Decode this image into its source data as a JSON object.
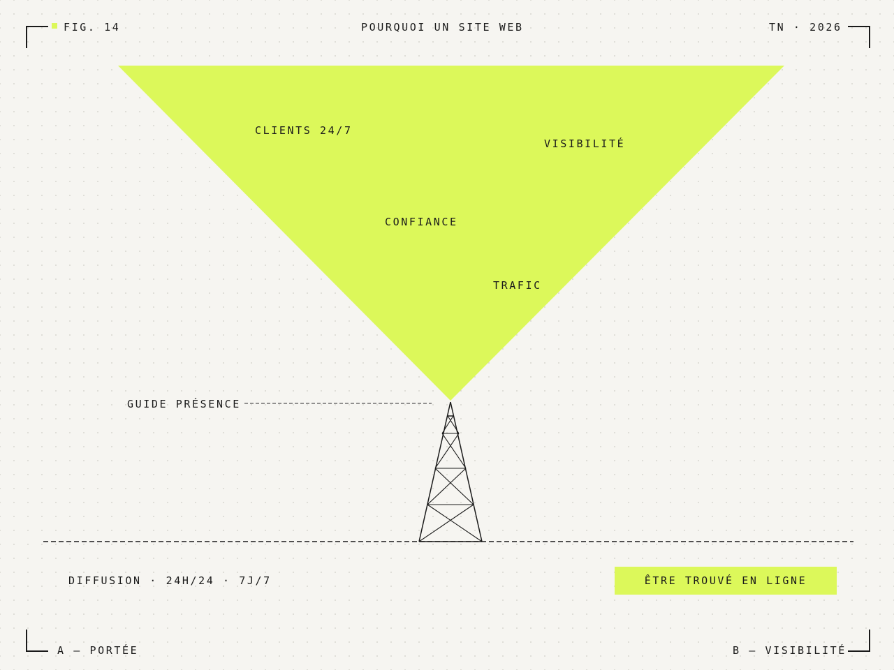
{
  "header": {
    "fig_label": "FIG. 14",
    "title": "POURQUOI UN SITE WEB",
    "meta": "TN · 2026"
  },
  "cone_labels": {
    "clients": "CLIENTS 24/7",
    "visibilite": "VISIBILITÉ",
    "confiance": "CONFIANCE",
    "trafic": "TRAFIC"
  },
  "guide_label": "GUIDE PRÉSENCE",
  "broadcast_text": "DIFFUSION · 24H/24 · 7J/7",
  "cta_label": "ÊTRE TROUVÉ EN LIGNE",
  "footer": {
    "left": "A — PORTÉE",
    "right": "B — VISIBILITÉ"
  },
  "colors": {
    "accent": "#dcf85a",
    "ink": "#1a1a1a",
    "background": "#f6f5f1"
  },
  "icons": {
    "tower": "transmission-tower-icon"
  }
}
